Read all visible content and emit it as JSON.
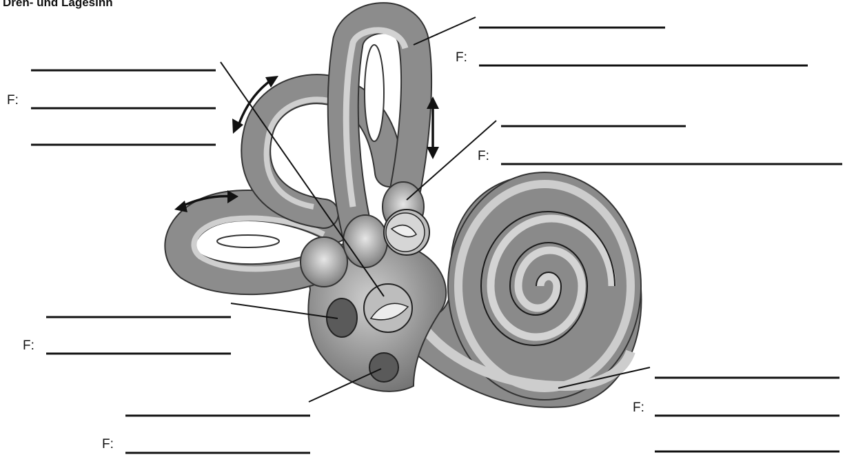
{
  "title": "Dreh- und Lagesinn",
  "function_prefix": "F:",
  "colors": {
    "organ_dark": "#6a6a6a",
    "organ_mid": "#8d8d8d",
    "organ_light": "#c4c4c4",
    "organ_highlight": "#dedede",
    "receptor_dark": "#5a5a5a",
    "line": "#111111"
  },
  "label_groups": [
    {
      "id": "semicircular-canal-vertical",
      "blanks": 2,
      "has_function": true
    },
    {
      "id": "semicircular-canals-left",
      "blanks": 3,
      "has_function": true
    },
    {
      "id": "ampulla-right",
      "blanks": 2,
      "has_function": true
    },
    {
      "id": "utricle",
      "blanks": 2,
      "has_function": true
    },
    {
      "id": "saccule",
      "blanks": 2,
      "has_function": true
    },
    {
      "id": "cochlea",
      "blanks": 3,
      "has_function": true
    }
  ],
  "arrows": [
    {
      "id": "arrow-top-left",
      "icon": "double-curved-arrow"
    },
    {
      "id": "arrow-mid-left",
      "icon": "double-curved-arrow"
    },
    {
      "id": "arrow-vertical",
      "icon": "double-vertical-arrow"
    }
  ]
}
